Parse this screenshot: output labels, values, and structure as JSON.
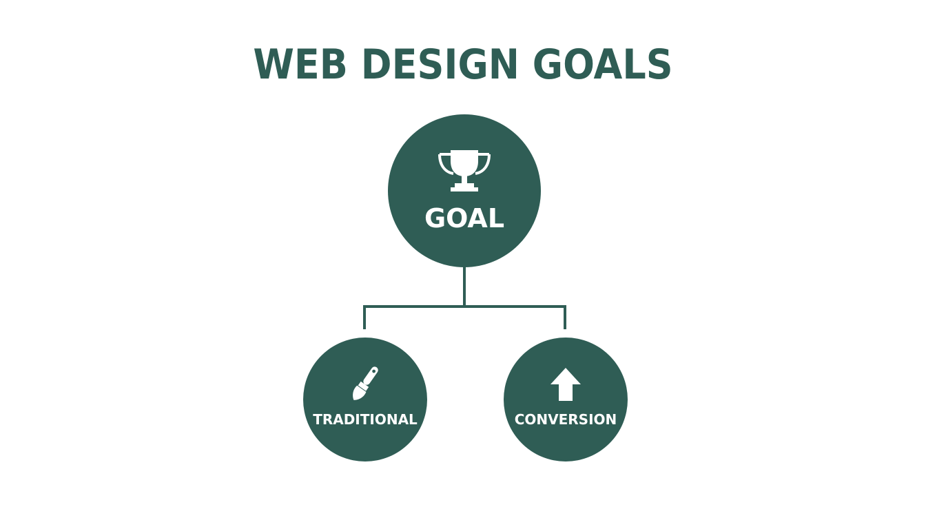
{
  "title": "WEB DESIGN GOALS",
  "colors": {
    "primary": "#2f5d55",
    "background": "#ffffff",
    "text_on_primary": "#ffffff"
  },
  "nodes": {
    "goal": {
      "label": "GOAL",
      "icon": "trophy-icon"
    },
    "traditional": {
      "label": "TRADITIONAL",
      "icon": "paintbrush-icon"
    },
    "conversion": {
      "label": "CONVERSION",
      "icon": "arrow-up-icon"
    }
  }
}
